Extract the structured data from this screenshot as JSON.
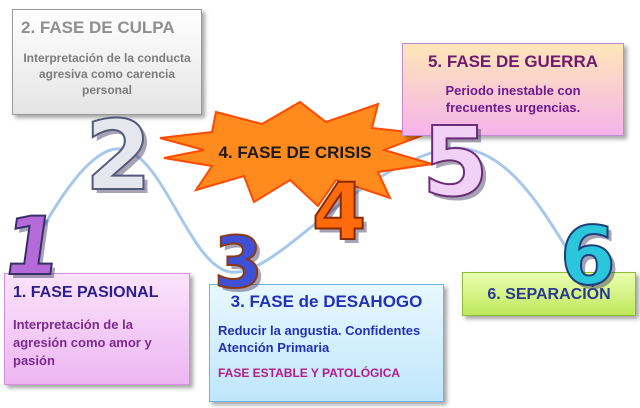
{
  "diagram": {
    "phases": [
      {
        "number": "1",
        "title": "1. FASE PASIONAL",
        "text": "Interpretación de la agresión como amor y pasión"
      },
      {
        "number": "2",
        "title": "2. FASE DE CULPA",
        "text": "Interpretación de la conducta agresiva como carencia personal"
      },
      {
        "number": "3",
        "title": "3. FASE de DESAHOGO",
        "lines": [
          "Reducir la angustia. Confidentes",
          "Atención Primaria"
        ],
        "note": "FASE ESTABLE Y PATOLÓGICA"
      },
      {
        "number": "4",
        "title": "4. FASE DE CRISIS"
      },
      {
        "number": "5",
        "title": "5. FASE DE GUERRA",
        "text": "Periodo inestable con frecuentes urgencias."
      },
      {
        "number": "6",
        "title": "6. SEPARACIÓN"
      }
    ]
  },
  "colors": {
    "curve": "#a8c8ea",
    "starburst_fill": "#ff8a1e",
    "starburst_stroke": "#ff4a00"
  }
}
